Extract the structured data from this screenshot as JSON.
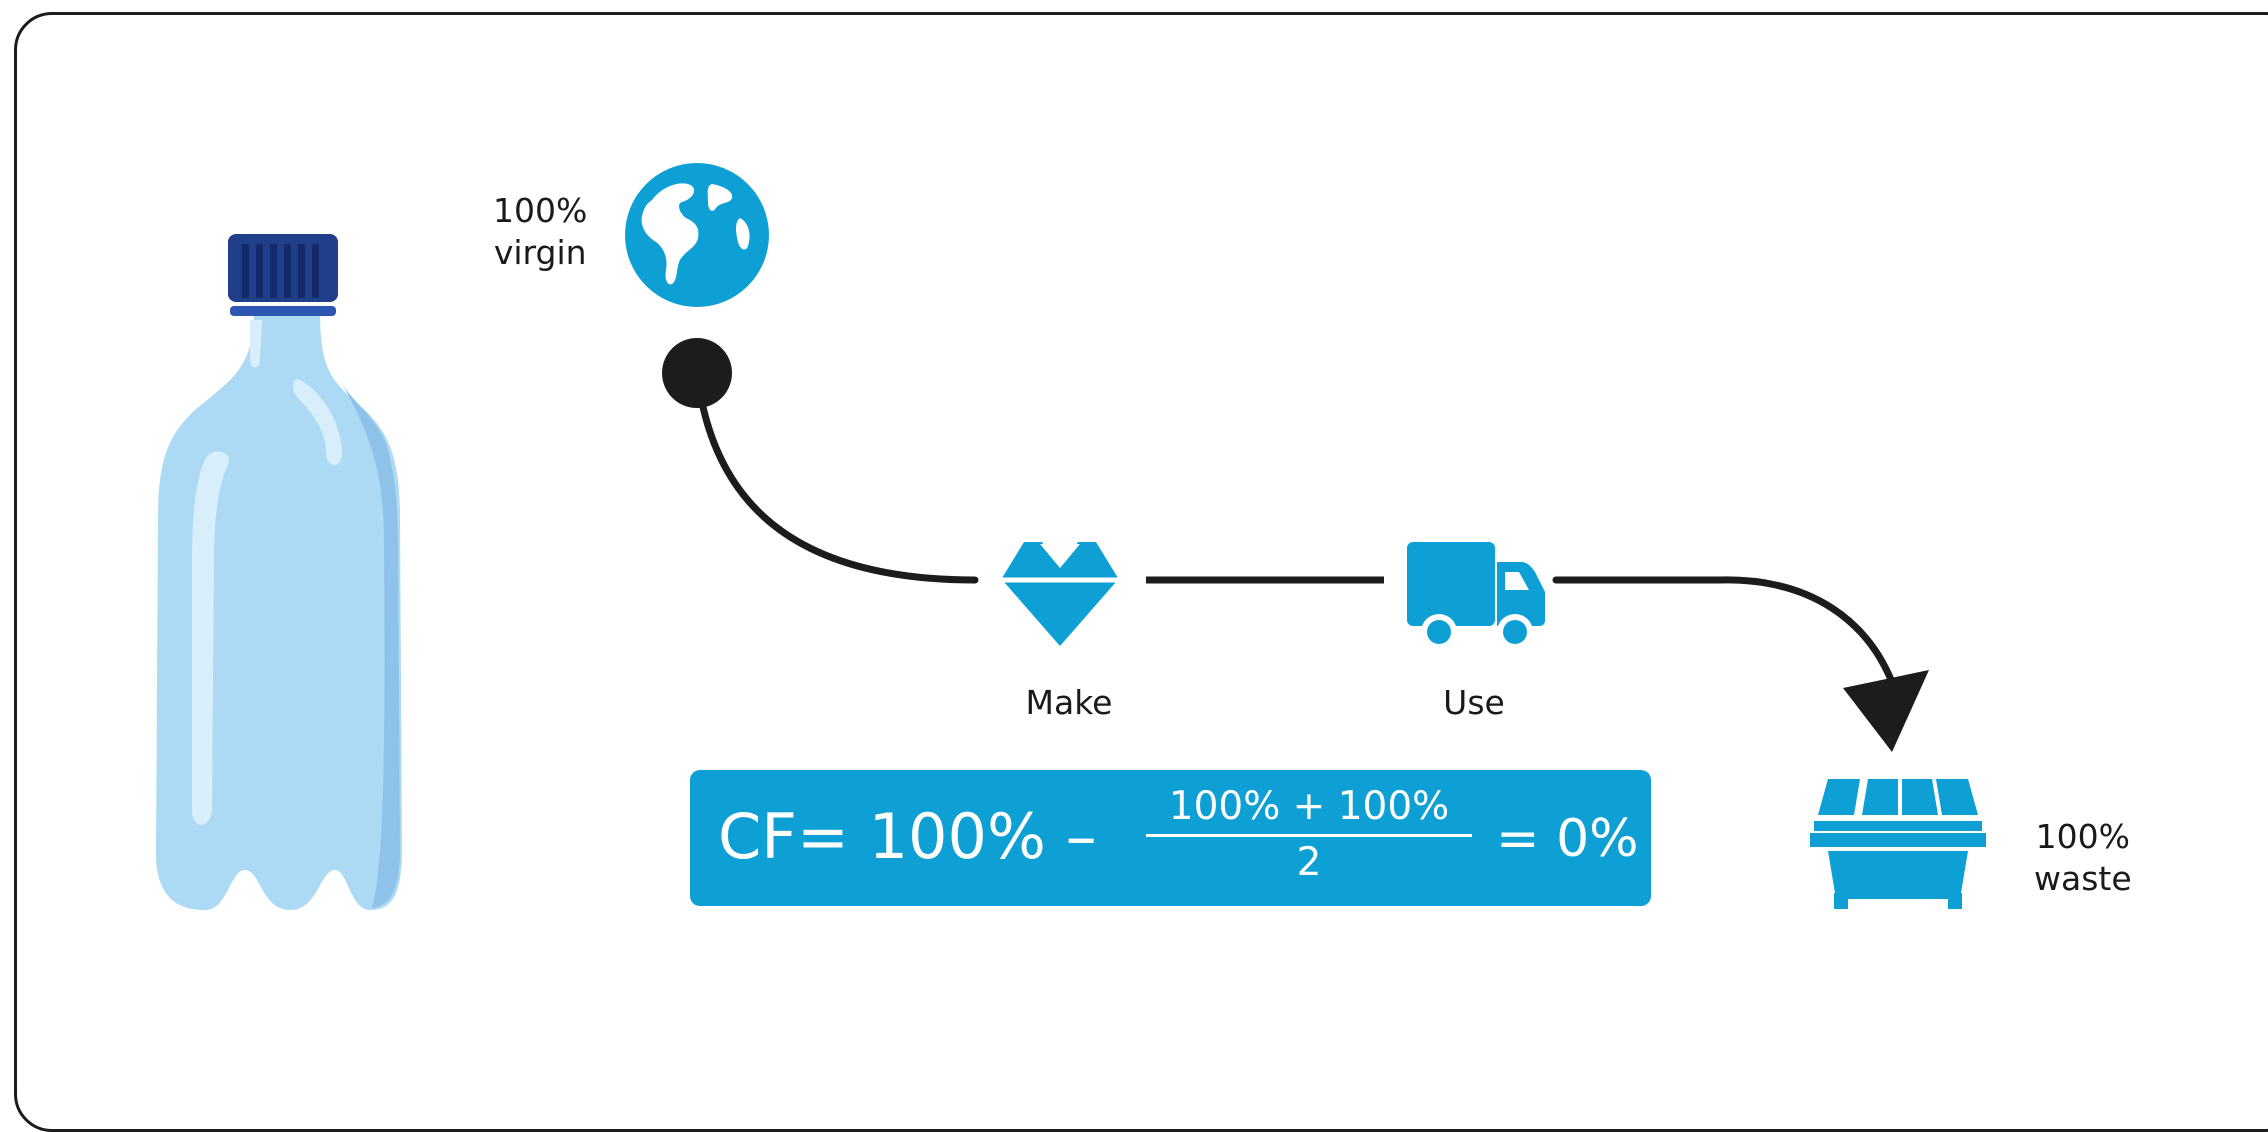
{
  "labels": {
    "virgin_pct": "100%",
    "virgin_word": "virgin",
    "make": "Make",
    "use": "Use",
    "waste_pct": "100%",
    "waste_word": "waste"
  },
  "formula": {
    "prefix": "CF= 100% –",
    "numerator": "100% + 100%",
    "denominator": "2",
    "result": "= 0%"
  },
  "colors": {
    "accent": "#0ea0d4",
    "line": "#1c1c1c",
    "bottle_light": "#acd9f4",
    "bottle_mid": "#8fc2e8",
    "cap": "#1f3f8a"
  },
  "icons": {
    "source": "globe-icon",
    "make": "diamond-icon",
    "use": "truck-icon",
    "waste": "dumpster-icon",
    "product": "plastic-bottle-icon"
  }
}
